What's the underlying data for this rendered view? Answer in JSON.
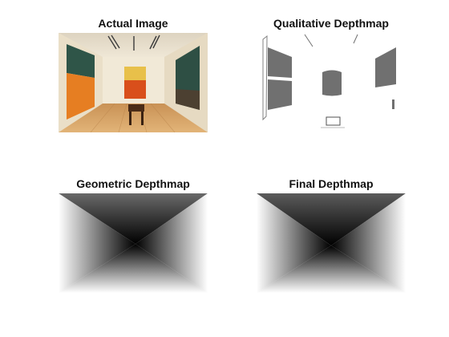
{
  "figure": {
    "panels": [
      {
        "title": "Actual Image",
        "content": "room-photo"
      },
      {
        "title": "Qualitative Depthmap",
        "content": "segmentation-map"
      },
      {
        "title": "Geometric Depthmap",
        "content": "depth-gradient"
      },
      {
        "title": "Final Depthmap",
        "content": "depth-gradient"
      }
    ]
  },
  "colors": {
    "background": "#ffffff",
    "wall": "#f0e7d4",
    "floor": "#d9a769",
    "painting_left_top": "#2f5548",
    "painting_left_bottom": "#e67e22",
    "painting_center_top": "#e8c04a",
    "painting_center_bottom": "#d94f1b",
    "painting_right": "#2e4f44",
    "segment_gray": "#707070",
    "depth_near": "#ffffff",
    "depth_far": "#000000"
  }
}
